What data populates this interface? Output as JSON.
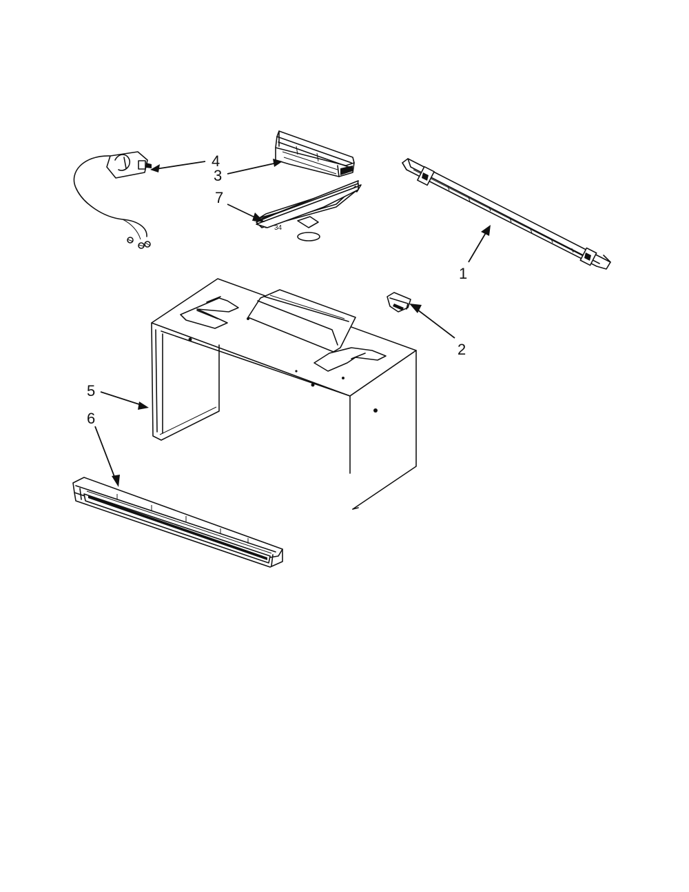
{
  "callouts": {
    "c1": "1",
    "c2": "2",
    "c3": "3",
    "c4": "4",
    "c5": "5",
    "c6": "6",
    "c7": "7"
  },
  "part_labels": {
    "part7_stamp": "34"
  }
}
